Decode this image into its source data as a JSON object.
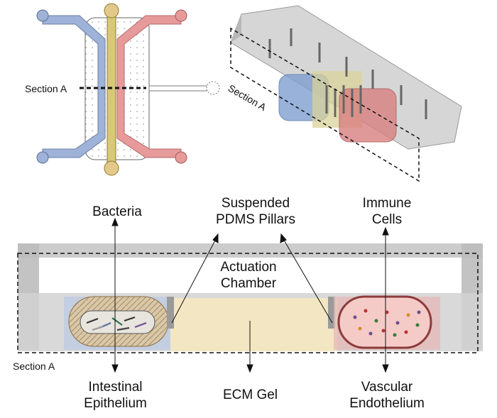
{
  "labels": {
    "section_a_top": "Section A",
    "section_a_3d": "Section A",
    "section_a_bottom": "Section A",
    "bacteria": "Bacteria",
    "pillars_line1": "Suspended",
    "pillars_line2": "PDMS Pillars",
    "immune_line1": "Immune",
    "immune_line2": "Cells",
    "actuation_line1": "Actuation",
    "actuation_line2": "Chamber",
    "epithelium_line1": "Intestinal",
    "epithelium_line2": "Epithelium",
    "ecm_gel": "ECM Gel",
    "endothelium_line1": "Vascular",
    "endothelium_line2": "Endothelium"
  },
  "colors": {
    "blue_channel": "#9fb2d8",
    "red_channel": "#e79a9a",
    "gel_yellow": "#d8c878",
    "ecm_cream": "#f3e6c2",
    "gray_pdms": "#c9c9c9",
    "outline_dark": "#333333"
  }
}
